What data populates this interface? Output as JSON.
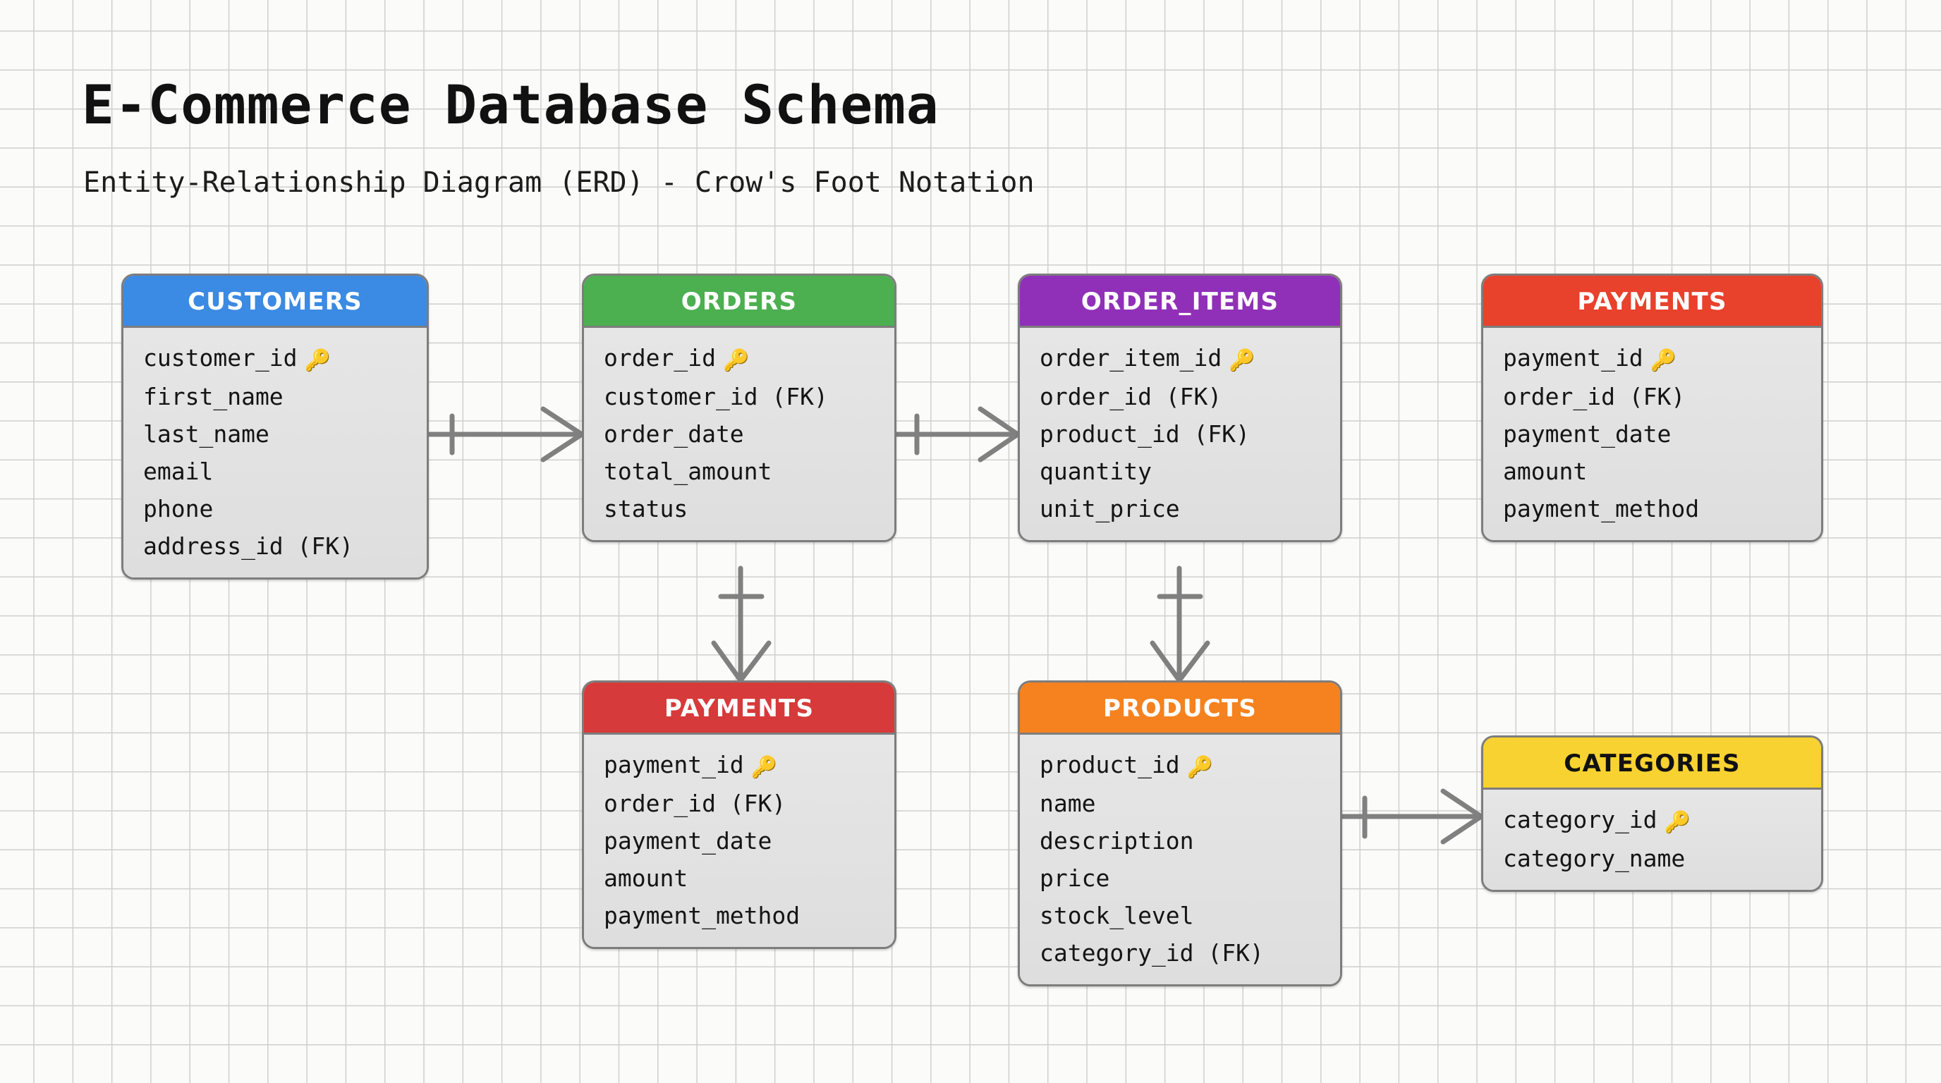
{
  "header": {
    "title": "E-Commerce Database Schema",
    "subtitle": "Entity-Relationship Diagram (ERD) - Crow's Foot Notation"
  },
  "icons": {
    "primary_key": "🔑"
  },
  "colors": {
    "customers": "#3b8ae3",
    "orders": "#4caf50",
    "order_items": "#9030b8",
    "payments_top": "#e8412c",
    "payments_bottom": "#d63a3a",
    "products": "#f5821f",
    "categories": "#f7d231",
    "box_body": "#e2e2e2",
    "box_border": "#7d7d7d",
    "connector": "#808080",
    "grid_line": "#cfcfcf",
    "page_background": "#fbfbfa"
  },
  "entities": [
    {
      "id": "customers",
      "name": "CUSTOMERS",
      "title_color": "light",
      "fields": [
        {
          "label": "customer_id",
          "pk": true
        },
        {
          "label": "first_name",
          "pk": false
        },
        {
          "label": "last_name",
          "pk": false
        },
        {
          "label": "email",
          "pk": false
        },
        {
          "label": "phone",
          "pk": false
        },
        {
          "label": "address_id (FK)",
          "pk": false
        }
      ]
    },
    {
      "id": "orders",
      "name": "ORDERS",
      "title_color": "light",
      "fields": [
        {
          "label": "order_id",
          "pk": true
        },
        {
          "label": "customer_id (FK)",
          "pk": false
        },
        {
          "label": "order_date",
          "pk": false
        },
        {
          "label": "total_amount",
          "pk": false
        },
        {
          "label": "status",
          "pk": false
        }
      ]
    },
    {
      "id": "order_items",
      "name": "ORDER_ITEMS",
      "title_color": "light",
      "fields": [
        {
          "label": "order_item_id",
          "pk": true
        },
        {
          "label": "order_id (FK)",
          "pk": false
        },
        {
          "label": "product_id (FK)",
          "pk": false
        },
        {
          "label": "quantity",
          "pk": false
        },
        {
          "label": "unit_price",
          "pk": false
        }
      ]
    },
    {
      "id": "payments_top",
      "name": "PAYMENTS",
      "title_color": "light",
      "fields": [
        {
          "label": "payment_id",
          "pk": true
        },
        {
          "label": "order_id (FK)",
          "pk": false
        },
        {
          "label": "payment_date",
          "pk": false
        },
        {
          "label": "amount",
          "pk": false
        },
        {
          "label": "payment_method",
          "pk": false
        }
      ]
    },
    {
      "id": "payments_bottom",
      "name": "PAYMENTS",
      "title_color": "light",
      "fields": [
        {
          "label": "payment_id",
          "pk": true
        },
        {
          "label": "order_id (FK)",
          "pk": false
        },
        {
          "label": "payment_date",
          "pk": false
        },
        {
          "label": "amount",
          "pk": false
        },
        {
          "label": "payment_method",
          "pk": false
        }
      ]
    },
    {
      "id": "products",
      "name": "PRODUCTS",
      "title_color": "light",
      "fields": [
        {
          "label": "product_id",
          "pk": true
        },
        {
          "label": "name",
          "pk": false
        },
        {
          "label": "description",
          "pk": false
        },
        {
          "label": "price",
          "pk": false
        },
        {
          "label": "stock_level",
          "pk": false
        },
        {
          "label": "category_id (FK)",
          "pk": false
        }
      ]
    },
    {
      "id": "categories",
      "name": "CATEGORIES",
      "title_color": "dark",
      "fields": [
        {
          "label": "category_id",
          "pk": true
        },
        {
          "label": "category_name",
          "pk": false
        }
      ]
    }
  ],
  "relationships": [
    {
      "from": "customers",
      "to": "orders",
      "from_cardinality": "one",
      "to_cardinality": "many",
      "orientation": "horizontal"
    },
    {
      "from": "orders",
      "to": "order_items",
      "from_cardinality": "one",
      "to_cardinality": "many",
      "orientation": "horizontal"
    },
    {
      "from": "orders",
      "to": "payments_bottom",
      "from_cardinality": "one",
      "to_cardinality": "many",
      "orientation": "vertical"
    },
    {
      "from": "order_items",
      "to": "products",
      "from_cardinality": "one",
      "to_cardinality": "many",
      "orientation": "vertical"
    },
    {
      "from": "products",
      "to": "categories",
      "from_cardinality": "one",
      "to_cardinality": "many",
      "orientation": "horizontal"
    }
  ]
}
